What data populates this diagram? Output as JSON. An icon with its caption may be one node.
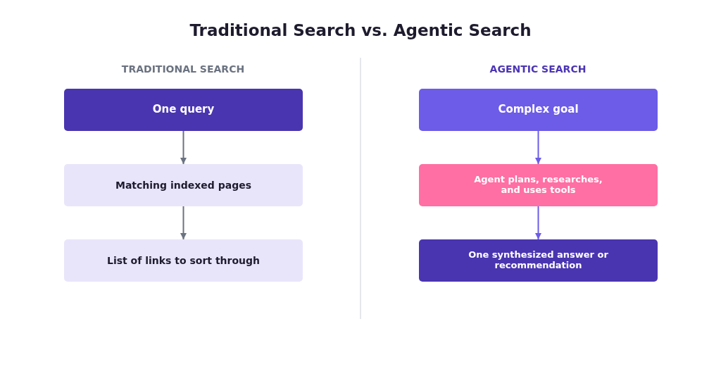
{
  "diagram": {
    "title": "Traditional Search vs. Agentic Search",
    "nodes": [
      {
        "text": [
          "One query"
        ]
      },
      {
        "text": [
          "Matching indexed pages"
        ]
      },
      {
        "text": [
          "List of links to sort through"
        ]
      },
      {
        "text": [
          "Complex goal"
        ]
      },
      {
        "text": [
          "Agent plans, researches, and uses tools"
        ]
      },
      {
        "text": [
          "One synthesized answer or recommendation"
        ]
      }
    ],
    "edges": [
      {
        "from": 0,
        "to": 1,
        "arrow": "to",
        "color": "#6b7280"
      },
      {
        "from": 1,
        "to": 2,
        "arrow": "to",
        "color": "#6b7280"
      },
      {
        "from": 3,
        "to": 4,
        "arrow": "to",
        "color": "#6c5ce7"
      },
      {
        "from": 4,
        "to": 5,
        "arrow": "to",
        "color": "#6c5ce7"
      }
    ],
    "labels": [
      "TRADITIONAL SEARCH",
      "AGENTIC SEARCH"
    ]
  }
}
